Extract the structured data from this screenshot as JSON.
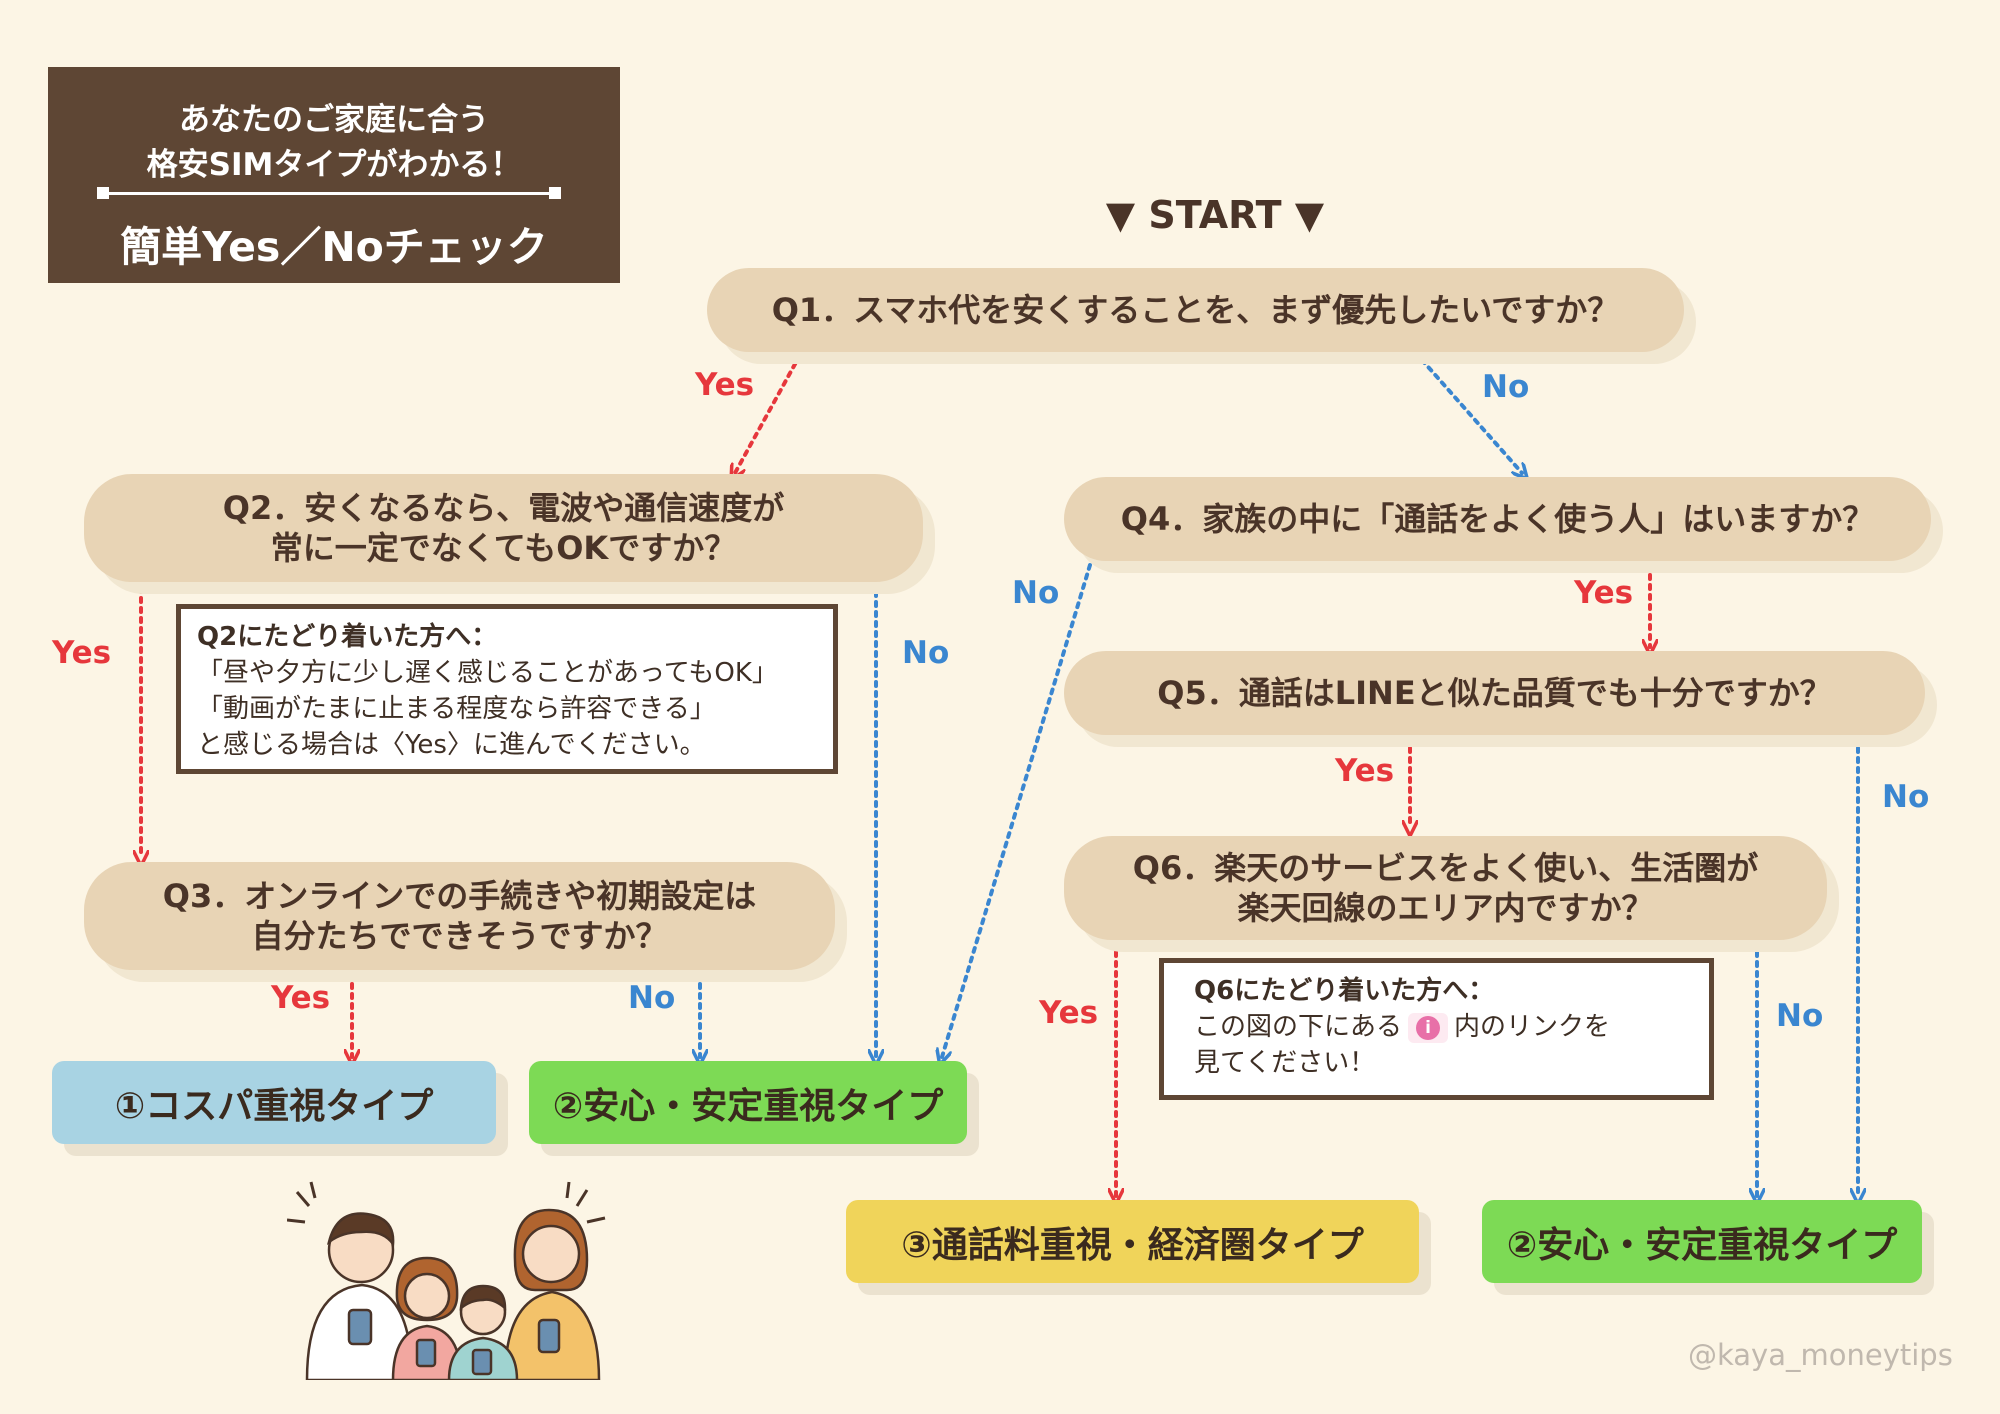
{
  "header": {
    "line1": "あなたのご家庭に合う",
    "line2": "格安SIMタイプがわかる！",
    "line3": "簡単Yes／Noチェック"
  },
  "start": "▼ START ▼",
  "questions": {
    "q1": "Q1．スマホ代を安くすることを、まず優先したいですか？",
    "q2": [
      "Q2．安くなるなら、電波や通信速度が",
      "常に一定でなくてもOKですか？"
    ],
    "q3": [
      "Q3．オンラインでの手続きや初期設定は",
      "自分たちでできそうですか？"
    ],
    "q4": "Q4．家族の中に「通話をよく使う人」はいますか？",
    "q5": "Q5．通話はLINEと似た品質でも十分ですか？",
    "q6": [
      "Q6．楽天のサービスをよく使い、生活圏が",
      "楽天回線のエリア内ですか？"
    ]
  },
  "notes": {
    "q2": {
      "title": "Q2にたどり着いた方へ：",
      "lines": [
        "「昼や夕方に少し遅く感じることがあってもOK」",
        "「動画がたまに止まる程度なら許容できる」",
        "と感じる場合は〈Yes〉に進んでください。"
      ]
    },
    "q6": {
      "title": "Q6にたどり着いた方へ：",
      "line1_before": "この図の下にある",
      "line1_after": "内のリンクを",
      "line2": "見てください！"
    }
  },
  "results": {
    "cost": "①コスパ重視タイプ",
    "safe": "②安心・安定重視タイプ",
    "call": "③通話料重視・経済圏タイプ"
  },
  "labels": {
    "yes": "Yes",
    "no": "No"
  },
  "credit": "@kaya_moneytips",
  "colors": {
    "yes": "#e6373c",
    "no": "#3a86d0",
    "brown": "#5e4634"
  }
}
